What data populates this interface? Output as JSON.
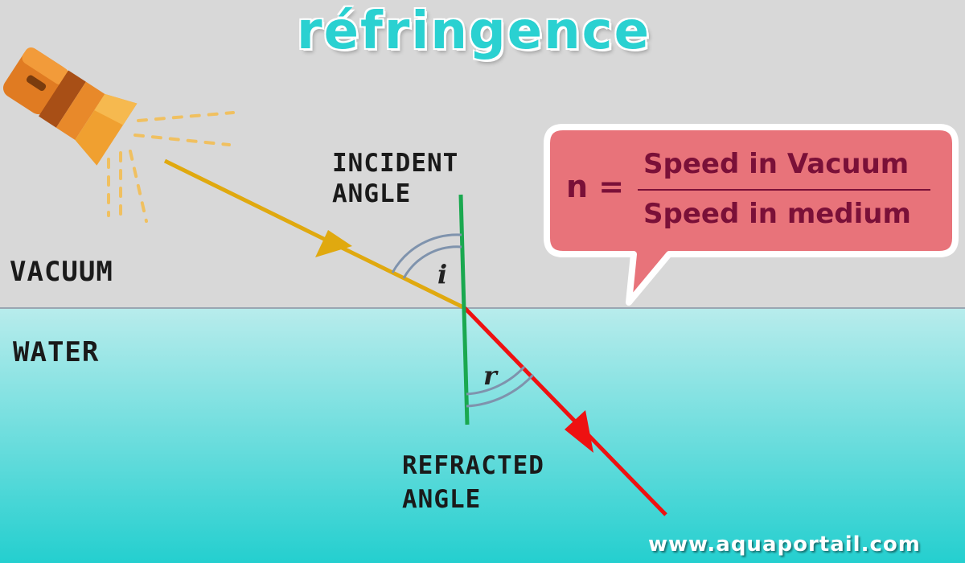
{
  "title": "réfringence",
  "media": {
    "upper": "VACUUM",
    "lower": "WATER"
  },
  "labels": {
    "incident_line1": "INCIDENT",
    "incident_line2": "ANGLE",
    "refracted_line1": "REFRACTED",
    "refracted_line2": "ANGLE",
    "incident_symbol": "i",
    "refracted_symbol": "r"
  },
  "formula": {
    "lhs": "n =",
    "numerator": "Speed in Vacuum",
    "denominator": "Speed in medium"
  },
  "website": "www.aquaportail.com",
  "colors": {
    "title": "#2ad1d1",
    "incident_ray": "#e0a90f",
    "refracted_ray": "#ee1111",
    "normal": "#1aa84f",
    "arcs": "#7f93ad",
    "callout_fill": "#e8737a",
    "callout_border": "#ffffff",
    "formula_text": "#7a1038",
    "water_top": "#b8ecec",
    "water_bottom": "#24cfcf",
    "air": "#d8d8d8"
  },
  "icons": {
    "light_source": "flashlight-icon"
  }
}
